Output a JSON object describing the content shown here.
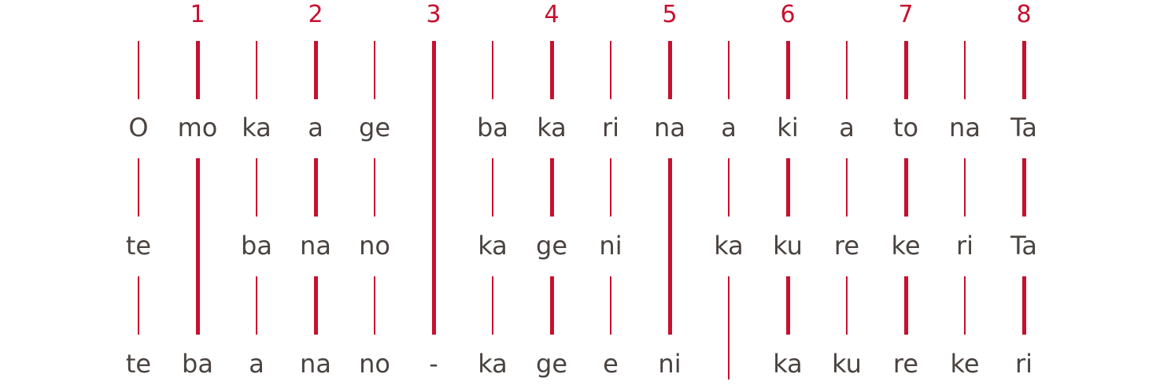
{
  "colors": {
    "accent": "#c8102e",
    "text": "#4a4340",
    "background": "#ffffff"
  },
  "beat_numbers": [
    "1",
    "2",
    "3",
    "4",
    "5",
    "6",
    "7",
    "8"
  ],
  "rows": [
    {
      "syllables": [
        "O",
        "mo",
        "ka",
        "a",
        "ge",
        "",
        "ba",
        "ka",
        "ri",
        "na",
        "a",
        "ki",
        "a",
        "to",
        "na",
        "Ta"
      ]
    },
    {
      "syllables": [
        "te",
        "",
        "ba",
        "na",
        "no",
        "",
        "ka",
        "ge",
        "ni",
        "",
        "ka",
        "ku",
        "re",
        "ke",
        "ri",
        "Ta"
      ]
    },
    {
      "syllables": [
        "te",
        "ba",
        "a",
        "na",
        "no",
        "-",
        "ka",
        "ge",
        "e",
        "ni",
        "",
        "ka",
        "ku",
        "re",
        "ke",
        "ri"
      ]
    }
  ]
}
